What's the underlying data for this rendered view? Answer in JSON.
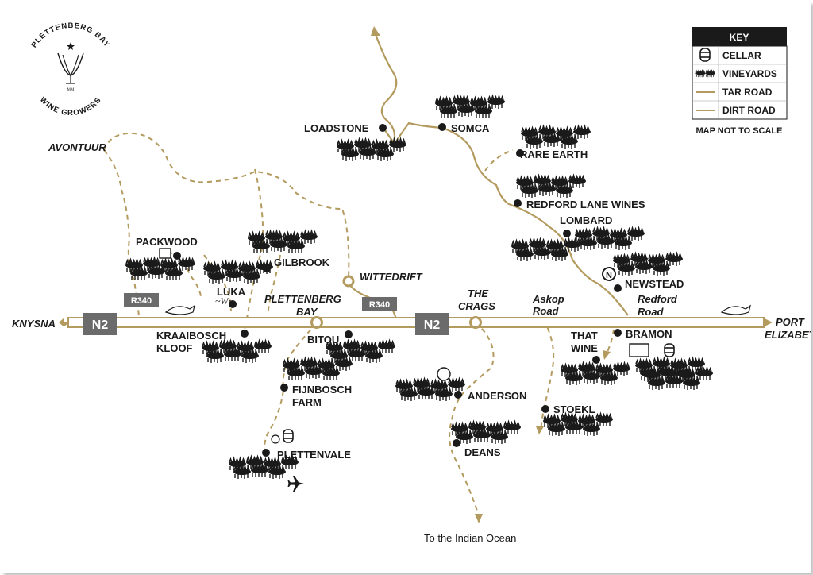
{
  "colors": {
    "road": "#b39a5e",
    "ink": "#1a1a1a",
    "shield": "#6b6b6b",
    "key_header": "#1a1a1a",
    "border": "#d8d8d8"
  },
  "logo": {
    "top_text": "PLETTENBERG BAY",
    "bottom_text": "WINE GROWERS",
    "initials": "MM",
    "icon": "wine-glasses-logo-icon"
  },
  "key": {
    "title": "KEY",
    "items": [
      {
        "label": "CELLAR",
        "icon": "barrel-icon"
      },
      {
        "label": "VINEYARDS",
        "icon": "vineyard-icon"
      },
      {
        "label": "TAR ROAD",
        "icon": "tar-road-line"
      },
      {
        "label": "DIRT ROAD",
        "icon": "dirt-road-line"
      }
    ],
    "note": "MAP NOT TO SCALE"
  },
  "roads": {
    "n2_west": "N2",
    "n2_east": "N2",
    "r340_west": "R340",
    "r340_east": "R340"
  },
  "towns": {
    "knysna": "KNYSNA",
    "port_elizabeth_1": "PORT",
    "port_elizabeth_2": "ELIZABETH",
    "plettenberg_1": "PLETTENBERG",
    "plettenberg_2": "BAY",
    "crags_1": "THE",
    "crags_2": "CRAGS",
    "wittedrift": "WITTEDRIFT",
    "avontuur": "AVONTUUR",
    "askop_1": "Askop",
    "askop_2": "Road",
    "redford_1": "Redford",
    "redford_2": "Road"
  },
  "wineries": {
    "loadstone": "LOADSTONE",
    "somca": "SOMCA",
    "rare_earth": "RARE EARTH",
    "redford_lane": "REDFORD LANE WINES",
    "lombard": "LOMBARD",
    "newstead": "NEWSTEAD",
    "packwood": "PACKWOOD",
    "gilbrook": "GILBROOK",
    "luka": "LUKA",
    "kraaibosch_1": "KRAAIBOSCH",
    "kraaibosch_2": "KLOOF",
    "bitou": "BITOU",
    "fijnbosch_1": "FIJNBOSCH",
    "fijnbosch_2": "FARM",
    "plettenvale": "PLETTENVALE",
    "anderson": "ANDERSON",
    "deans": "DEANS",
    "stoekl": "STOEKL",
    "that_wine_1": "THAT",
    "that_wine_2": "WINE",
    "bramon": "BRAMON"
  },
  "ocean_label": "To the Indian Ocean",
  "icons": {
    "airport": "airplane-icon",
    "compass": "north-arrow-icon",
    "dolphin": "dolphin-icon"
  }
}
